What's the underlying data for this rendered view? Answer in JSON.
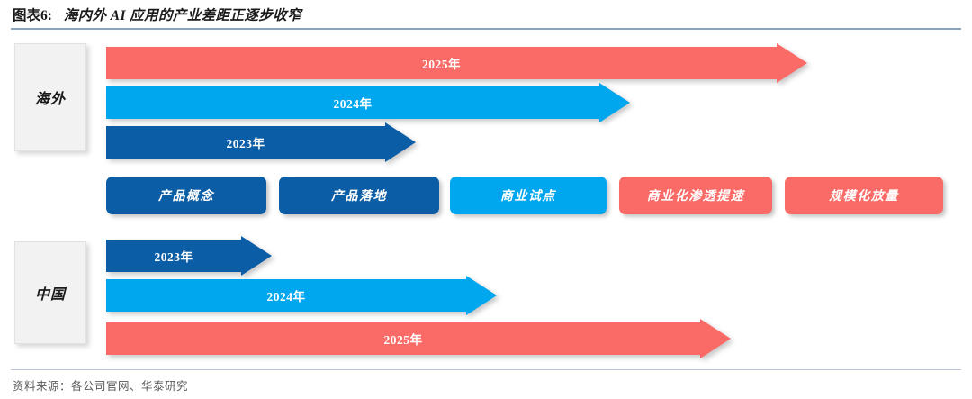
{
  "header": {
    "figure_number": "图表6:",
    "title": "海内外 AI 应用的产业差距正逐步收窄",
    "rule_color": "#8aa4c2"
  },
  "footer": {
    "source": "资料来源：各公司官网、华泰研究"
  },
  "colors": {
    "dark_blue": "#0b5da5",
    "bright_blue": "#00a7ef",
    "coral_red": "#fa6a66",
    "region_box_bg": "#f2f2f2",
    "label_text": "#ffffff"
  },
  "regions": [
    {
      "id": "overseas",
      "label": "海外"
    },
    {
      "id": "china",
      "label": "中国"
    }
  ],
  "stages": [
    {
      "label": "产品概念",
      "color": "#0b5da5"
    },
    {
      "label": "产品落地",
      "color": "#0b5da5"
    },
    {
      "label": "商业试点",
      "color": "#00a7ef"
    },
    {
      "label": "商业化渗透提速",
      "color": "#fa6a66"
    },
    {
      "label": "规模化放量",
      "color": "#fa6a66"
    }
  ],
  "arrows": {
    "overseas": [
      {
        "label": "2025年",
        "color": "#fa6a66",
        "year": "2025"
      },
      {
        "label": "2024年",
        "color": "#00a7ef",
        "year": "2024"
      },
      {
        "label": "2023年",
        "color": "#0b5da5",
        "year": "2023"
      }
    ],
    "china": [
      {
        "label": "2023年",
        "color": "#0b5da5",
        "year": "2023"
      },
      {
        "label": "2024年",
        "color": "#00a7ef",
        "year": "2024"
      },
      {
        "label": "2025年",
        "color": "#fa6a66",
        "year": "2025"
      }
    ]
  }
}
